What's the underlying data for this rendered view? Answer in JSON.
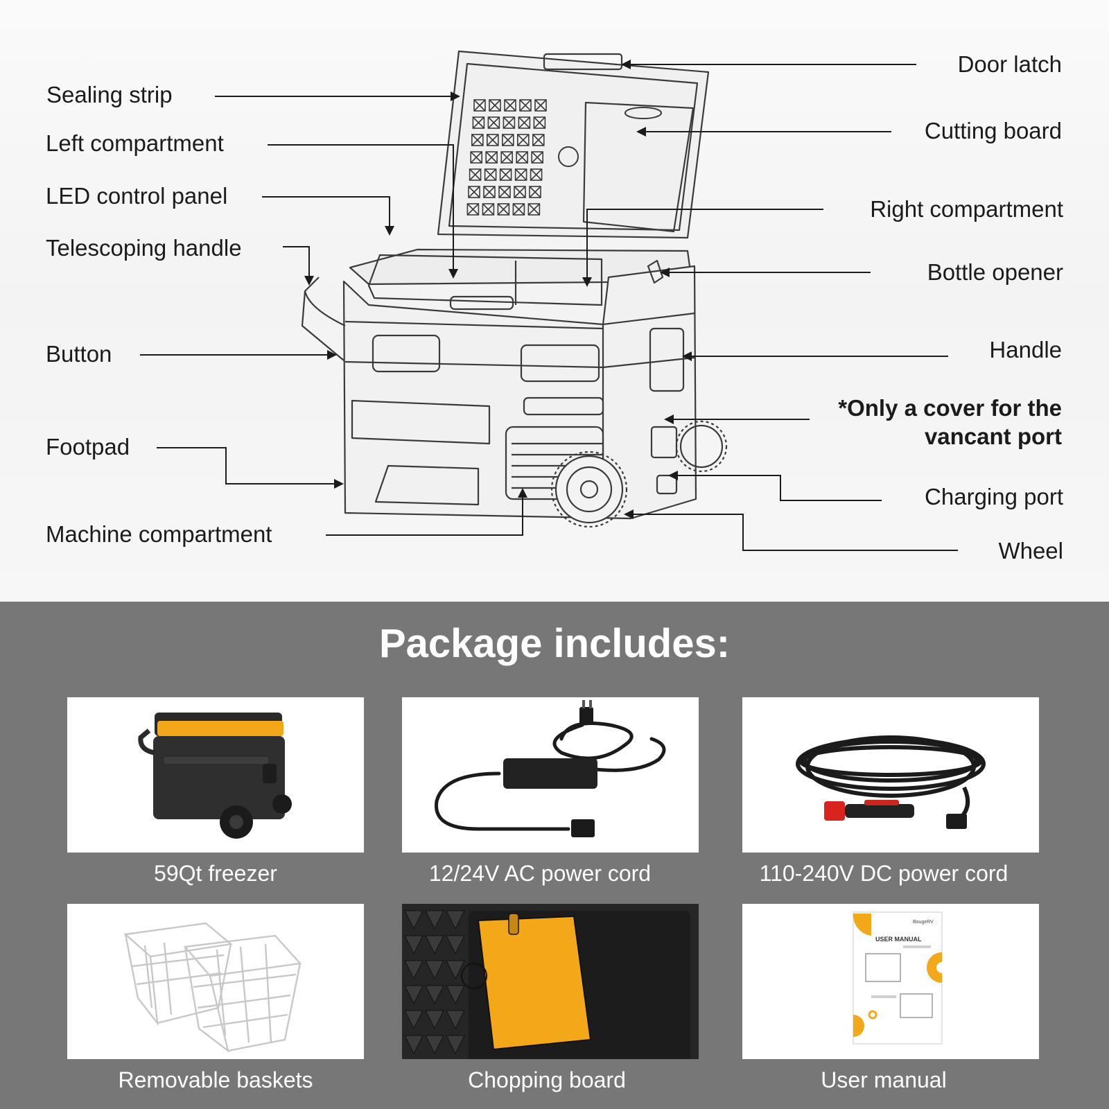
{
  "diagram": {
    "left_labels": [
      {
        "key": "sealing-strip",
        "text": "Sealing strip"
      },
      {
        "key": "left-compartment",
        "text": "Left compartment"
      },
      {
        "key": "led-control-panel",
        "text": "LED control panel"
      },
      {
        "key": "telescoping-handle",
        "text": "Telescoping handle"
      },
      {
        "key": "button",
        "text": "Button"
      },
      {
        "key": "footpad",
        "text": "Footpad"
      },
      {
        "key": "machine-compartment",
        "text": "Machine compartment"
      }
    ],
    "right_labels": [
      {
        "key": "door-latch",
        "text": "Door latch"
      },
      {
        "key": "cutting-board",
        "text": "Cutting board"
      },
      {
        "key": "right-compartment",
        "text": "Right compartment"
      },
      {
        "key": "bottle-opener",
        "text": "Bottle opener"
      },
      {
        "key": "handle",
        "text": "Handle"
      },
      {
        "key": "vacant-port-cover",
        "text": "*Only a cover for the vancant port"
      },
      {
        "key": "charging-port",
        "text": "Charging port"
      },
      {
        "key": "wheel",
        "text": "Wheel"
      }
    ]
  },
  "package": {
    "title": "Package includes:",
    "items": [
      {
        "key": "freezer",
        "caption": "59Qt freezer"
      },
      {
        "key": "ac-cord",
        "caption": "12/24V AC power cord"
      },
      {
        "key": "dc-cord",
        "caption": "110-240V DC power cord"
      },
      {
        "key": "baskets",
        "caption": "Removable baskets"
      },
      {
        "key": "chopping-board",
        "caption": "Chopping board"
      },
      {
        "key": "manual",
        "caption": "User manual"
      }
    ],
    "manual_cover": {
      "heading": "USER MANUAL",
      "brand": "BougeRV"
    }
  },
  "colors": {
    "accent": "#f3a81a",
    "panel": "#777777",
    "ink": "#1b1b1b",
    "card": "#ffffff"
  }
}
